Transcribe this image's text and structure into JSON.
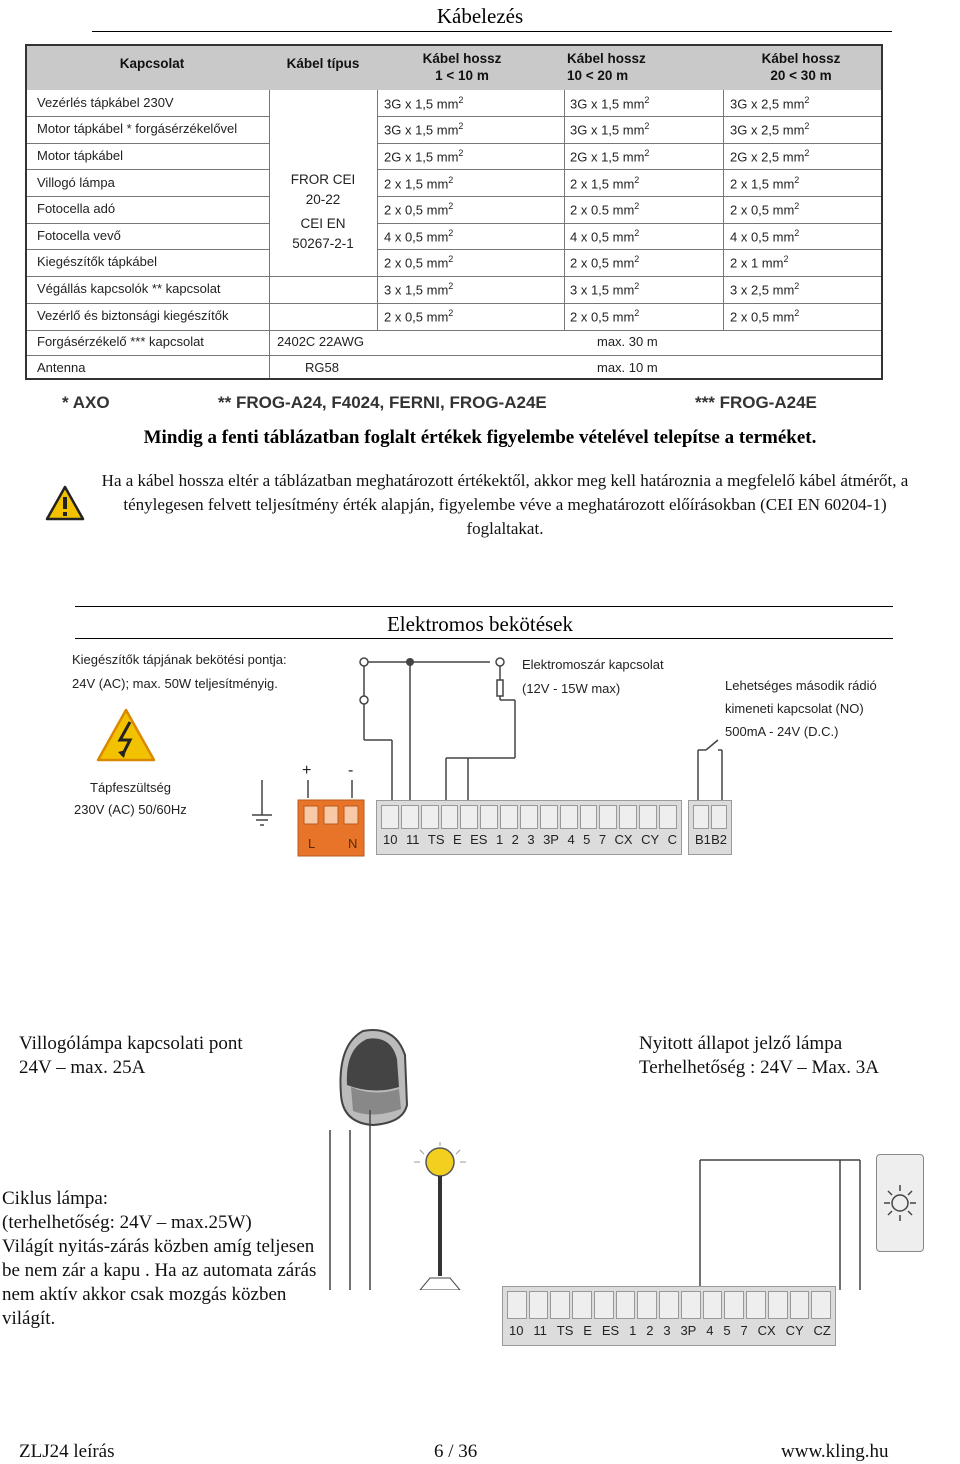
{
  "section1": {
    "title": "Kábelezés"
  },
  "table": {
    "headers": {
      "kapcsolat": "Kapcsolat",
      "kabel_tipus": "Kábel típus",
      "h1_line1": "Kábel hossz",
      "h1_line2": "1 < 10 m",
      "h2_line1": "Kábel hossz",
      "h2_line2": "10 < 20 m",
      "h3_line1": "Kábel hossz",
      "h3_line2": "20 < 30 m"
    },
    "rows": [
      {
        "name": "Vezérlés tápkábel 230V",
        "c1": "3G x 1,5 mm",
        "c2": "3G x 1,5 mm",
        "c3": "3G x 2,5 mm"
      },
      {
        "name": "Motor tápkábel * forgásérzékelővel",
        "c1": "3G x 1,5 mm",
        "c2": "3G x 1,5 mm",
        "c3": "3G x 2,5 mm"
      },
      {
        "name": "Motor tápkábel",
        "c1": "2G x 1,5 mm",
        "c2": "2G x 1,5 mm",
        "c3": "2G x 2,5 mm"
      },
      {
        "name": "Villogó lámpa",
        "c1": "2 x 1,5 mm",
        "c2": "2 x 1,5 mm",
        "c3": "2 x 1,5 mm"
      },
      {
        "name": "Fotocella adó",
        "c1": "2 x 0,5 mm",
        "c2": "2 x 0.5 mm",
        "c3": "2 x 0,5 mm"
      },
      {
        "name": "Fotocella vevő",
        "c1": "4 x 0,5 mm",
        "c2": "4 x 0,5 mm",
        "c3": "4 x 0,5 mm"
      },
      {
        "name": "Kiegészítők tápkábel",
        "c1": "2 x 0,5 mm",
        "c2": "2 x 0,5 mm",
        "c3": "2 x 1 mm"
      },
      {
        "name": "Végállás kapcsolók ** kapcsolat",
        "c1": "3 x 1,5 mm",
        "c2": "3 x 1,5 mm",
        "c3": "3 x 2,5 mm"
      },
      {
        "name": "Vezérlő és biztonsági kiegészítők",
        "c1": "2 x 0,5 mm",
        "c2": "2 x 0,5 mm",
        "c3": "2 x 0,5 mm"
      }
    ],
    "cable_type_block": [
      "FROR CEI",
      "20-22",
      "CEI EN",
      "50267-2-1"
    ],
    "row_forgas": {
      "name": "Forgásérzékelő *** kapcsolat",
      "type": "2402C 22AWG",
      "value": "max. 30 m"
    },
    "row_antenna": {
      "name": "Antenna",
      "type": "RG58",
      "value": "max. 10 m"
    },
    "superscript": "2"
  },
  "footnotes": {
    "axo": "* AXO",
    "frog": "** FROG-A24, F4024, FERNI, FROG-A24E",
    "frog_e": "*** FROG-A24E"
  },
  "notice_bold": "Mindig a fenti táblázatban foglalt értékek figyelembe vételével telepítse a terméket.",
  "warning_text": "Ha a kábel hossza eltér a táblázatban meghatározott értékektől, akkor meg kell határoznia a megfelelő kábel átmérőt, a ténylegesen felvett teljesítmény érték alapján, figyelembe véve a meghatározott előírásokban (CEI EN 60204-1) foglaltakat.",
  "section2": {
    "title": "Elektromos bekötések"
  },
  "diagram": {
    "kieg_line1": "Kiegészítők tápjának bekötési pontja:",
    "kieg_line2": "24V (AC);   max.  50W teljesítményig.",
    "tap_line1": "Tápfeszültség",
    "tap_line2": "230V (AC) 50/60Hz",
    "elz_line1": "Elektromoszár kapcsolat",
    "elz_line2": "(12V - 15W max)",
    "radio_line1": "Lehetséges második rádió",
    "radio_line2": "kimeneti kapcsolat (NO)",
    "radio_line3": "500mA - 24V (D.C.)",
    "plus": "+",
    "minus": "-",
    "power_terms": [
      "L",
      "N"
    ],
    "terms_top": [
      "10",
      "11",
      "TS",
      "E",
      "ES",
      "1",
      "2",
      "3",
      "3P",
      "4",
      "5",
      "7",
      "CX",
      "CY",
      "C"
    ],
    "terms_b": [
      "B1",
      "B2"
    ],
    "terms_bottom": [
      "10",
      "11",
      "TS",
      "E",
      "ES",
      "1",
      "2",
      "3",
      "3P",
      "4",
      "5",
      "7",
      "CX",
      "CY",
      "CZ"
    ]
  },
  "villog": {
    "line1": "Villogólámpa kapcsolati pont",
    "line2": "24V  – max. 25A"
  },
  "nyitott": {
    "line1": "Nyitott állapot jelző lámpa",
    "line2": "Terhelhetőség : 24V  – Max. 3A"
  },
  "ciklus": {
    "lines": [
      "Ciklus lámpa:",
      "(terhelhetőség: 24V  – max.25W)",
      "Világít nyitás-zárás közben amíg teljesen",
      "be nem zár a kapu . Ha az automata zárás",
      "nem aktív akkor csak mozgás közben",
      "világít."
    ]
  },
  "footer": {
    "left": "ZLJ24 leírás",
    "center": "6 / 36",
    "right": "www.kling.hu"
  },
  "colors": {
    "terminal_orange": "#e8742a",
    "table_header": "#c9c9c9",
    "warning_yellow": "#f2c200"
  },
  "icons": [
    "warning-triangle-icon",
    "high-voltage-icon",
    "ground-icon",
    "flashing-lamp-icon",
    "street-lamp-icon",
    "indicator-lamp-icon"
  ]
}
